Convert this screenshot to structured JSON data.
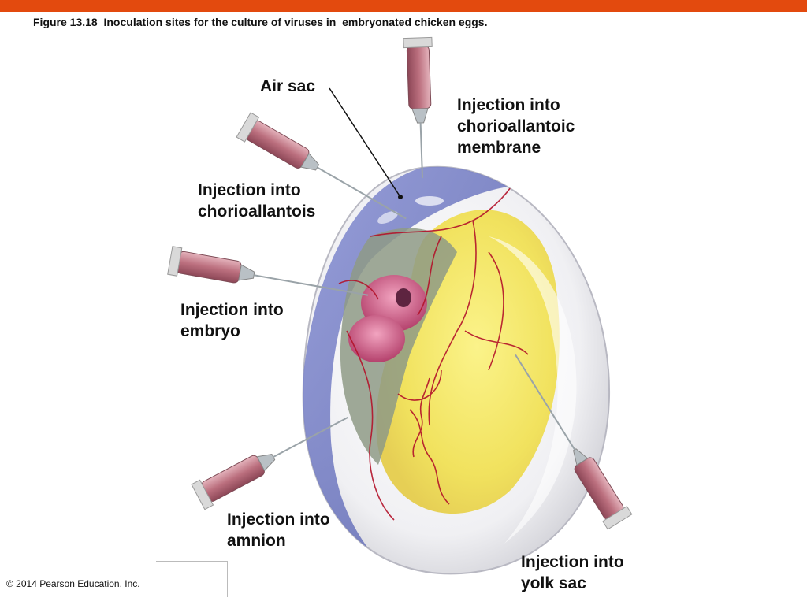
{
  "header": {
    "figure_title": "Figure 13.18  Inoculation sites for the culture of viruses in  embryonated chicken eggs.",
    "bar_color": "#e34a0e"
  },
  "labels": {
    "air_sac": "Air sac",
    "chorioallantoic_membrane": [
      "Injection into",
      "chorioallantoic",
      "membrane"
    ],
    "chorioallantois": [
      "Injection into",
      "chorioallantois"
    ],
    "embryo": [
      "Injection into",
      "embryo"
    ],
    "amnion": [
      "Injection into",
      "amnion"
    ],
    "yolk_sac": [
      "Injection into",
      "yolk sac"
    ]
  },
  "footer": {
    "copyright": "© 2014 Pearson Education, Inc."
  },
  "colors": {
    "egg_shell": "#f4f4f6",
    "yolk": "#f3e66a",
    "air_sac": "#7c86c8",
    "blood_vessel": "#b3122a",
    "embryo": "#d9668e",
    "syringe_barrel": "#c98894",
    "needle": "#9aa3a8"
  },
  "icons": [
    "syringe-icon"
  ]
}
